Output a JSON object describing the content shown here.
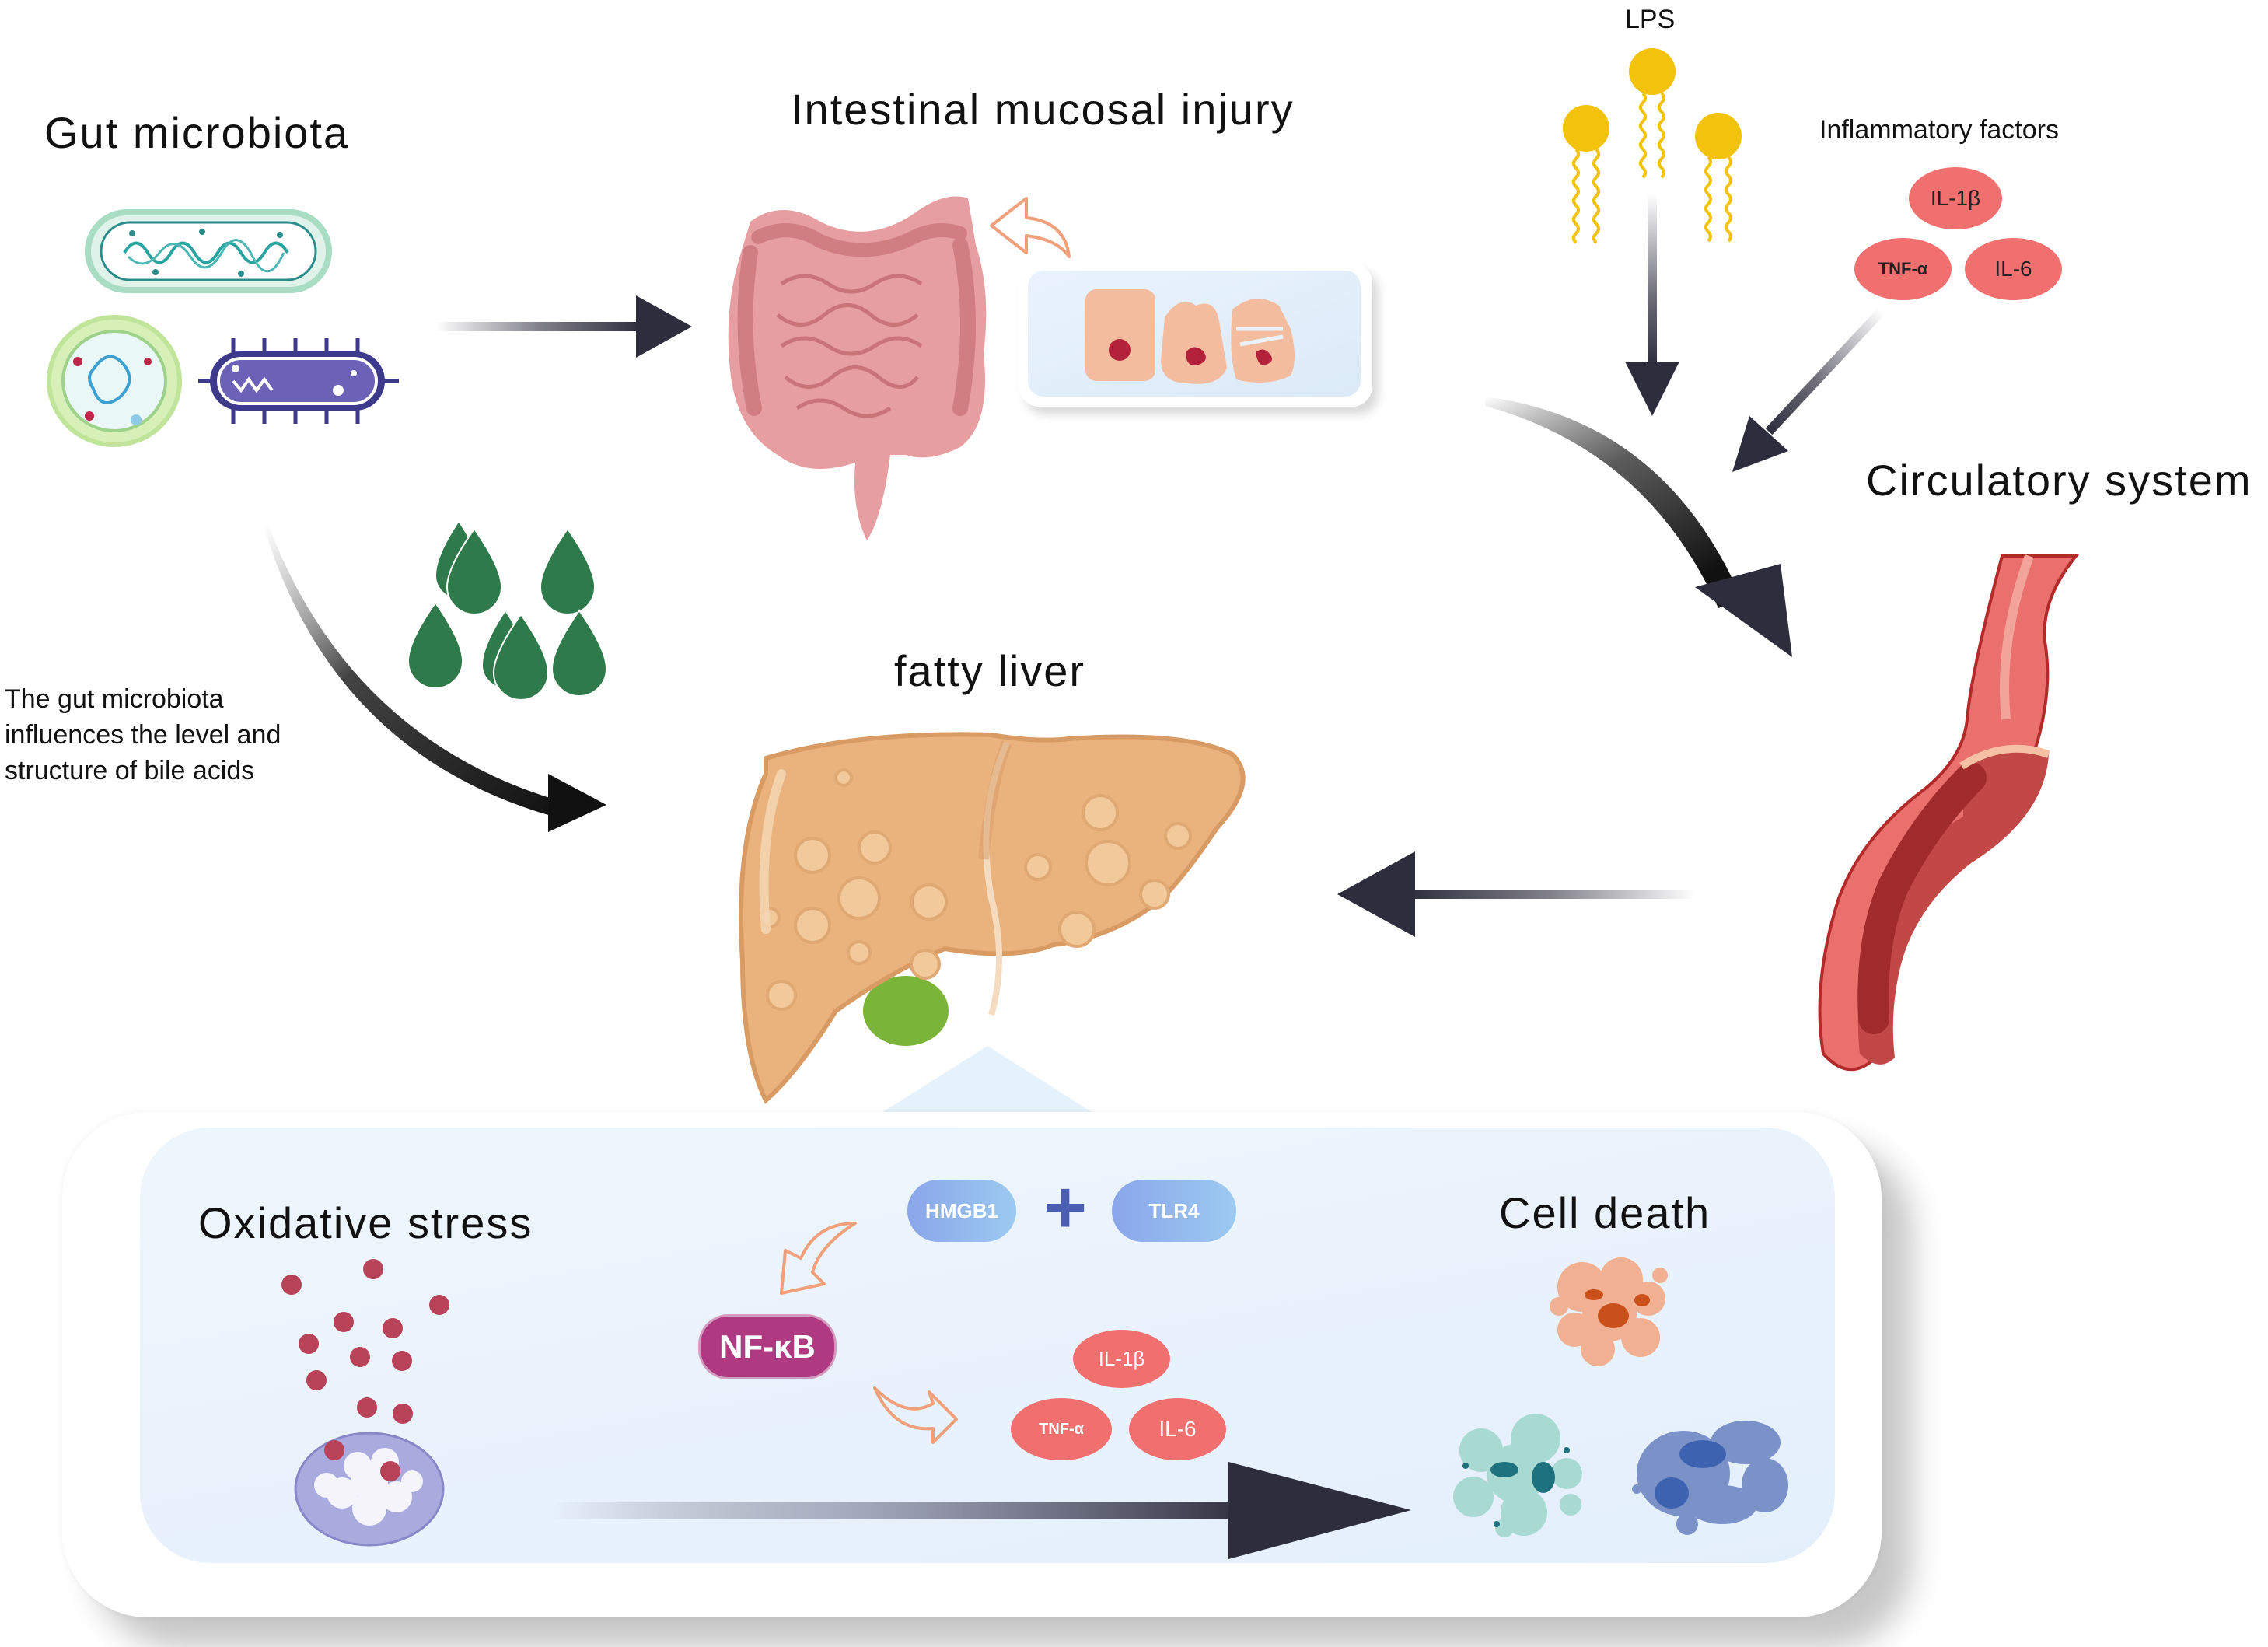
{
  "figure": {
    "title": "Gut microbiota – fatty liver axis",
    "colors": {
      "arrow_dark": "#2e2d3d",
      "orange_arrow": "#f0a07a",
      "cytokine_red": "#f07070",
      "lps_yellow": "#f2c20c",
      "bile_green": "#2f7a4a",
      "nfkb_magenta": "#b03a82",
      "hmgb1_blue": "#8fb0ea",
      "panel_bg": "#eaf3fc"
    }
  },
  "nodes": {
    "gut_microbiota": {
      "label": "Gut microbiota"
    },
    "intestinal_injury": {
      "label": "Intestinal mucosal injury"
    },
    "lps": {
      "label": "LPS"
    },
    "inflammatory_factors": {
      "label": "Inflammatory factors",
      "cytokines": [
        "IL-1β",
        "TNF-α",
        "IL-6"
      ]
    },
    "circulatory_system": {
      "label": "Circulatory system"
    },
    "fatty_liver": {
      "label": "fatty liver"
    },
    "bile_acids_note": {
      "lines": [
        "The gut microbiota",
        "influences the level and",
        "structure of bile acids"
      ]
    }
  },
  "panel": {
    "oxidative_stress": {
      "label": "Oxidative stress"
    },
    "receptor_complex": {
      "left": "HMGB1",
      "plus": "+",
      "right": "TLR4"
    },
    "nfkb": {
      "label": "NF-κB"
    },
    "cytokines": [
      "IL-1β",
      "TNF-α",
      "IL-6"
    ],
    "cell_death": {
      "label": "Cell death"
    }
  },
  "edges": [
    {
      "from": "Gut microbiota",
      "to": "Intestinal mucosal injury"
    },
    {
      "from": "Intestinal mucosal injury",
      "to": "Circulatory system"
    },
    {
      "from": "LPS",
      "to": "Circulatory system"
    },
    {
      "from": "Inflammatory factors",
      "to": "Circulatory system"
    },
    {
      "from": "Circulatory system",
      "to": "fatty liver"
    },
    {
      "from": "Gut microbiota",
      "to": "fatty liver",
      "note": "bile acids"
    },
    {
      "from": "HMGB1 + TLR4",
      "to": "NF-κB"
    },
    {
      "from": "NF-κB",
      "to": "IL-1β / TNF-α / IL-6"
    },
    {
      "from": "Oxidative stress",
      "to": "Cell death"
    }
  ]
}
